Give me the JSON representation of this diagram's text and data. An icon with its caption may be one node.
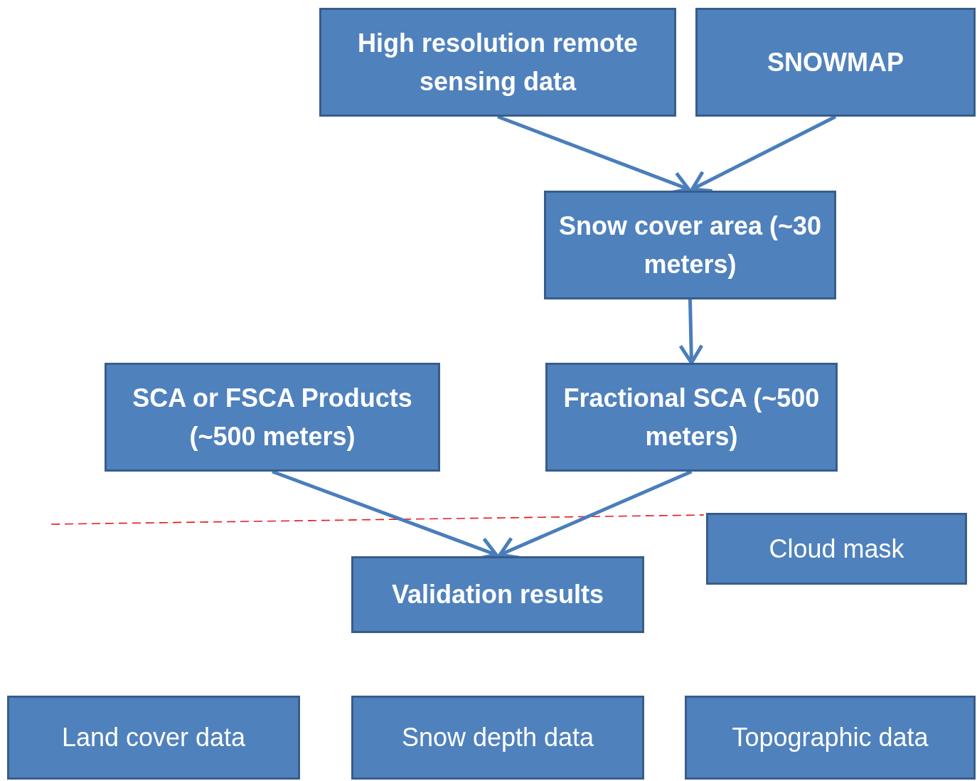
{
  "diagram": {
    "nodes": [
      {
        "text": [
          "High resolution remote sensing data"
        ]
      },
      {
        "text": [
          "SNOWMAP"
        ]
      },
      {
        "text": [
          "Snow cover area (~30 meters)"
        ]
      },
      {
        "text": [
          "SCA or FSCA Products (~500 meters)"
        ]
      },
      {
        "text": [
          "Fractional SCA (~500 meters)"
        ]
      },
      {
        "text": [
          "Cloud mask"
        ]
      },
      {
        "text": [
          "Validation results"
        ]
      },
      {
        "text": [
          "Land cover data"
        ]
      },
      {
        "text": [
          "Snow depth data"
        ]
      },
      {
        "text": [
          "Topographic data"
        ]
      }
    ],
    "edges": [
      {
        "from": 0,
        "to": 2,
        "arrow": "to"
      },
      {
        "from": 1,
        "to": 2,
        "arrow": "to"
      },
      {
        "from": 2,
        "to": 4,
        "arrow": "to"
      },
      {
        "from": 3,
        "to": 6,
        "arrow": "to"
      },
      {
        "from": 4,
        "to": 6,
        "arrow": "to"
      }
    ]
  }
}
